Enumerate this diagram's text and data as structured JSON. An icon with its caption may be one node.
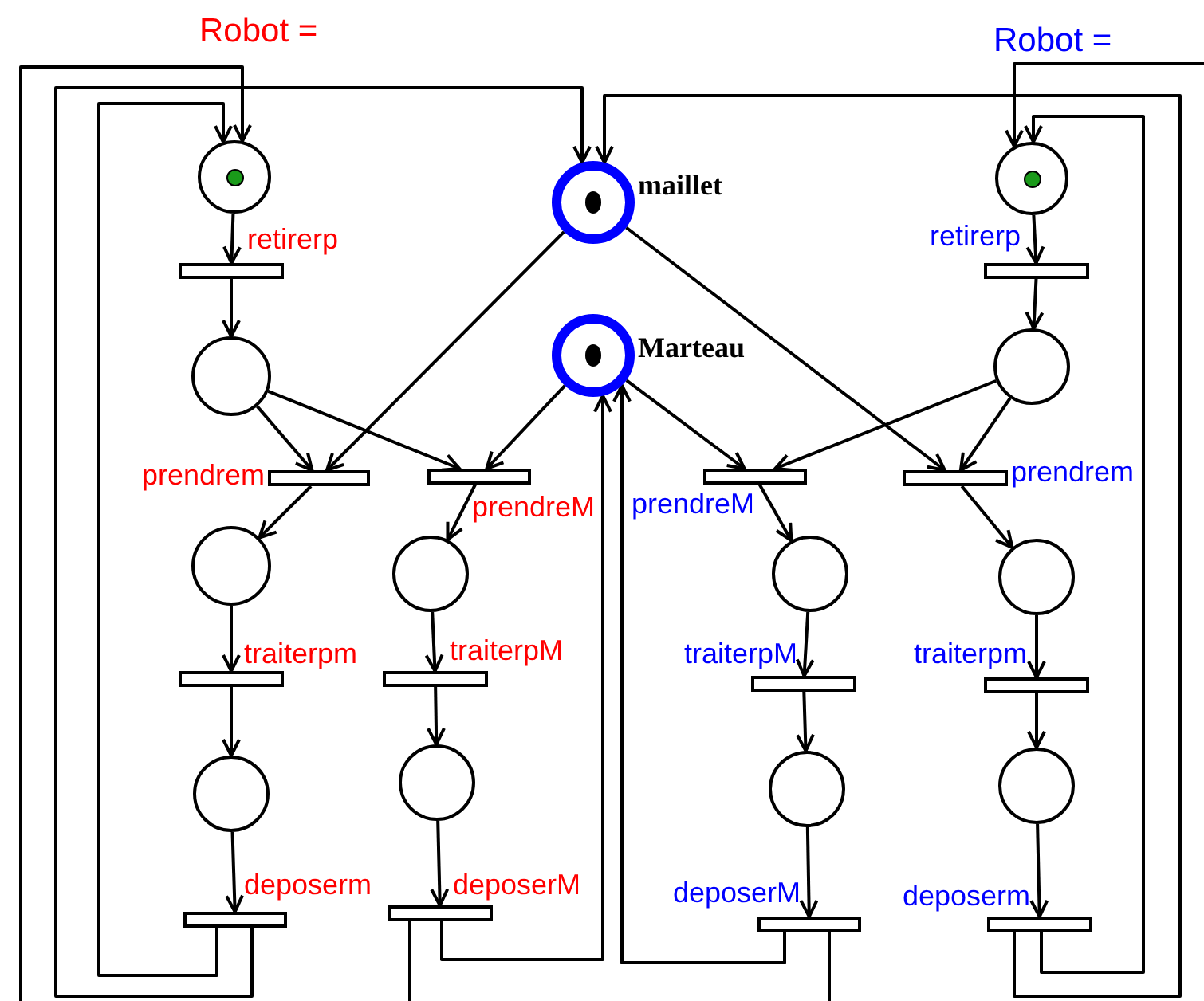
{
  "diagram": {
    "nodes": [
      {
        "text": [],
        "shape": "circle"
      },
      {
        "text": [],
        "shape": "bar",
        "beside": [
          "retirerp"
        ]
      },
      {
        "text": [],
        "shape": "circle"
      },
      {
        "text": [],
        "shape": "bar",
        "beside": [
          "prendrem"
        ]
      },
      {
        "text": [],
        "shape": "bar",
        "beside": [
          "prendreM"
        ]
      },
      {
        "text": [],
        "shape": "circle"
      },
      {
        "text": [],
        "shape": "circle"
      },
      {
        "text": [],
        "shape": "bar",
        "beside": [
          "traiterpm"
        ]
      },
      {
        "text": [],
        "shape": "bar",
        "beside": [
          "traiterpM"
        ]
      },
      {
        "text": [],
        "shape": "circle"
      },
      {
        "text": [],
        "shape": "circle"
      },
      {
        "text": [],
        "shape": "bar",
        "beside": [
          "deposerm"
        ]
      },
      {
        "text": [],
        "shape": "bar",
        "beside": [
          "deposerM"
        ]
      },
      {
        "text": [],
        "shape": "circle",
        "beside": [
          "maillet"
        ]
      },
      {
        "text": [],
        "shape": "circle",
        "beside": [
          "Marteau"
        ]
      },
      {
        "text": [],
        "shape": "circle"
      },
      {
        "text": [],
        "shape": "bar",
        "beside": [
          "retirerp"
        ]
      },
      {
        "text": [],
        "shape": "circle"
      },
      {
        "text": [],
        "shape": "bar",
        "beside": [
          "prendreM"
        ]
      },
      {
        "text": [],
        "shape": "bar",
        "beside": [
          "prendrem"
        ]
      },
      {
        "text": [],
        "shape": "circle"
      },
      {
        "text": [],
        "shape": "circle"
      },
      {
        "text": [],
        "shape": "bar",
        "beside": [
          "traiterpM"
        ]
      },
      {
        "text": [],
        "shape": "bar",
        "beside": [
          "traiterpm"
        ]
      },
      {
        "text": [],
        "shape": "circle"
      },
      {
        "text": [],
        "shape": "circle"
      },
      {
        "text": [],
        "shape": "bar",
        "beside": [
          "deposerM"
        ]
      },
      {
        "text": [],
        "shape": "bar",
        "beside": [
          "deposerm"
        ]
      }
    ],
    "edges": [
      {
        "from": 0,
        "to": 1,
        "arrow": "to"
      },
      {
        "from": 1,
        "to": 2,
        "arrow": "to"
      },
      {
        "from": 2,
        "to": 3,
        "arrow": "to"
      },
      {
        "from": 2,
        "to": 4,
        "arrow": "to"
      },
      {
        "from": 13,
        "to": 3,
        "arrow": "to"
      },
      {
        "from": 14,
        "to": 4,
        "arrow": "to"
      },
      {
        "from": 3,
        "to": 5,
        "arrow": "to"
      },
      {
        "from": 4,
        "to": 6,
        "arrow": "to"
      },
      {
        "from": 5,
        "to": 7,
        "arrow": "to"
      },
      {
        "from": 6,
        "to": 8,
        "arrow": "to"
      },
      {
        "from": 7,
        "to": 9,
        "arrow": "to"
      },
      {
        "from": 8,
        "to": 10,
        "arrow": "to"
      },
      {
        "from": 9,
        "to": 11,
        "arrow": "to"
      },
      {
        "from": 10,
        "to": 12,
        "arrow": "to"
      },
      {
        "from": 11,
        "to": 0,
        "arrow": "to"
      },
      {
        "from": 11,
        "to": 13,
        "arrow": "to"
      },
      {
        "from": 12,
        "to": 0,
        "arrow": "to"
      },
      {
        "from": 12,
        "to": 14,
        "arrow": "to"
      },
      {
        "from": 15,
        "to": 16,
        "arrow": "to"
      },
      {
        "from": 16,
        "to": 17,
        "arrow": "to"
      },
      {
        "from": 17,
        "to": 18,
        "arrow": "to"
      },
      {
        "from": 17,
        "to": 19,
        "arrow": "to"
      },
      {
        "from": 14,
        "to": 18,
        "arrow": "to"
      },
      {
        "from": 13,
        "to": 19,
        "arrow": "to"
      },
      {
        "from": 18,
        "to": 20,
        "arrow": "to"
      },
      {
        "from": 19,
        "to": 21,
        "arrow": "to"
      },
      {
        "from": 20,
        "to": 22,
        "arrow": "to"
      },
      {
        "from": 21,
        "to": 23,
        "arrow": "to"
      },
      {
        "from": 22,
        "to": 24,
        "arrow": "to"
      },
      {
        "from": 23,
        "to": 25,
        "arrow": "to"
      },
      {
        "from": 24,
        "to": 26,
        "arrow": "to"
      },
      {
        "from": 25,
        "to": 27,
        "arrow": "to"
      },
      {
        "from": 26,
        "to": 14,
        "arrow": "to"
      },
      {
        "from": 26,
        "to": 15,
        "arrow": "to"
      },
      {
        "from": 27,
        "to": 13,
        "arrow": "to"
      },
      {
        "from": 27,
        "to": 15,
        "arrow": "to"
      }
    ],
    "labels": [
      "Robot =",
      "Robot ="
    ]
  }
}
